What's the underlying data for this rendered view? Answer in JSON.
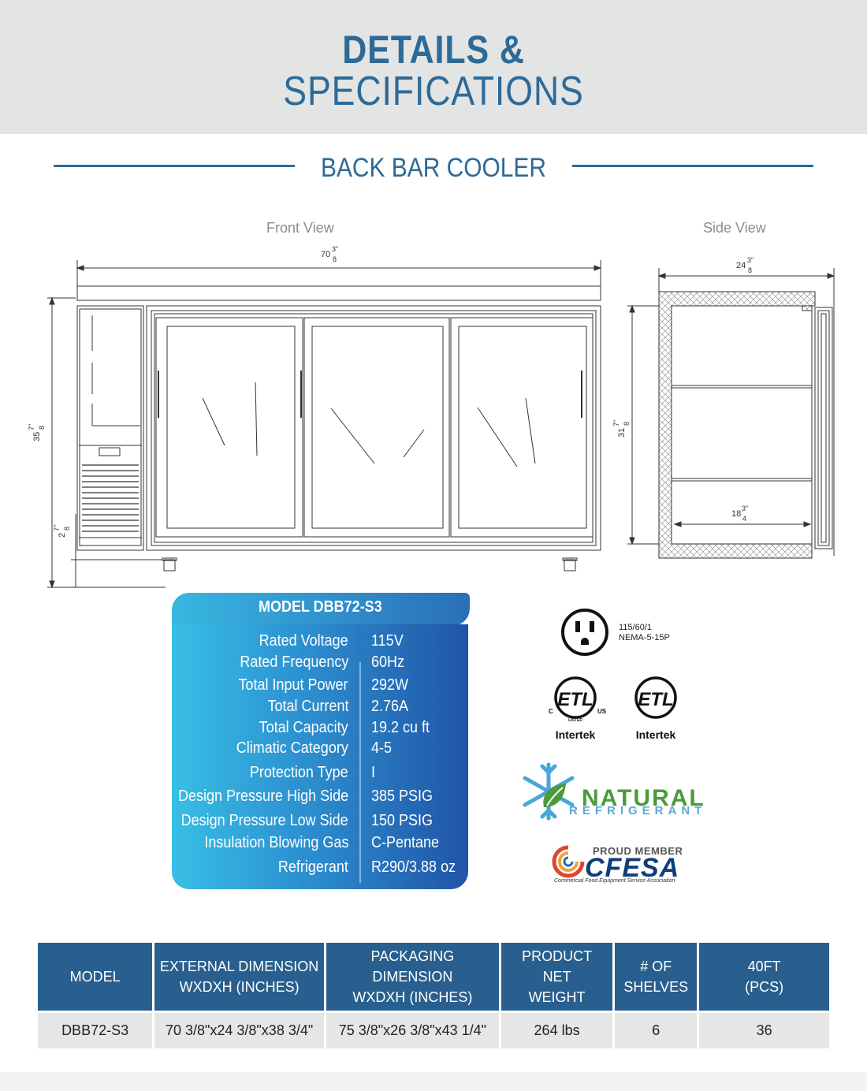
{
  "header": {
    "title_line1": "DETAILS &",
    "title_line2": "SPECIFICATIONS"
  },
  "section_title": "BACK BAR COOLER",
  "views": {
    "front_label": "Front View",
    "side_label": "Side View"
  },
  "dimensions": {
    "front_width_whole": "70",
    "front_width_num": "3\"",
    "front_width_den": "8",
    "front_height_whole": "35",
    "front_height_num": "7\"",
    "front_height_den": "8",
    "leg_height_whole": "2",
    "leg_height_num": "7\"",
    "leg_height_den": "8",
    "side_width_whole": "24",
    "side_width_num": "3\"",
    "side_width_den": "8",
    "side_height_whole": "31",
    "side_height_num": "7\"",
    "side_height_den": "8",
    "shelf_depth_whole": "18",
    "shelf_depth_num": "3\"",
    "shelf_depth_den": "4"
  },
  "model_card": {
    "title": "MODEL DBB72-S3",
    "specs": [
      {
        "label": "Rated  Voltage",
        "value": "115V"
      },
      {
        "label": "Rated  Frequency",
        "value": "60Hz"
      },
      {
        "label": "Total Input Power",
        "value": "292W"
      },
      {
        "label": "Total Current",
        "value": "2.76A"
      },
      {
        "label": "Total Capacity",
        "value": "19.2 cu ft"
      },
      {
        "label": "Climatic Category",
        "value": "4-5"
      },
      {
        "label": "Protection Type",
        "value": "I"
      },
      {
        "label": "Design Pressure High Side",
        "value": "385 PSIG"
      },
      {
        "label": "Design Pressure Low Side",
        "value": "150 PSIG"
      },
      {
        "label": "Insulation Blowing Gas",
        "value": "C-Pentane"
      },
      {
        "label": "Refrigerant",
        "value": "R290/3.88 oz"
      }
    ]
  },
  "plug": {
    "line1": "115/60/1",
    "line2": "NEMA-5-15P",
    "icon": "nema-5-15p-plug-icon"
  },
  "certs": {
    "etl1_small": "LISTED",
    "etl1_c": "C",
    "etl1_us": "US",
    "etl1_brand": "Intertek",
    "etl2_brand": "Intertek",
    "etl_mark": "ETL"
  },
  "natural_logo": {
    "word1": "NATURAL",
    "word2": "REFRIGERANT",
    "icon": "snowflake-leaf-icon",
    "color_green": "#4b9a3b",
    "color_blue": "#5aa8d4"
  },
  "cfesa_logo": {
    "top": "PROUD MEMBER",
    "main": "CFESA",
    "sub": "Commercial Food Equipment Service Association"
  },
  "table": {
    "headers": [
      [
        "MODEL"
      ],
      [
        "EXTERNAL DIMENSION",
        "WXDXH (INCHES)"
      ],
      [
        "PACKAGING DIMENSION",
        "WXDXH (INCHES)"
      ],
      [
        "PRODUCT NET",
        "WEIGHT"
      ],
      [
        "# OF",
        "SHELVES"
      ],
      [
        "40FT",
        "(PCS)"
      ]
    ],
    "rows": [
      [
        "DBB72-S3",
        "70 3/8\"x24 3/8\"x38 3/4\"",
        "75 3/8\"x26 3/8\"x43 1/4\"",
        "264 lbs",
        "6",
        "36"
      ]
    ]
  },
  "colors": {
    "brand_blue": "#2c6a97",
    "header_band": "#e3e4e4",
    "table_header": "#285f8e"
  }
}
